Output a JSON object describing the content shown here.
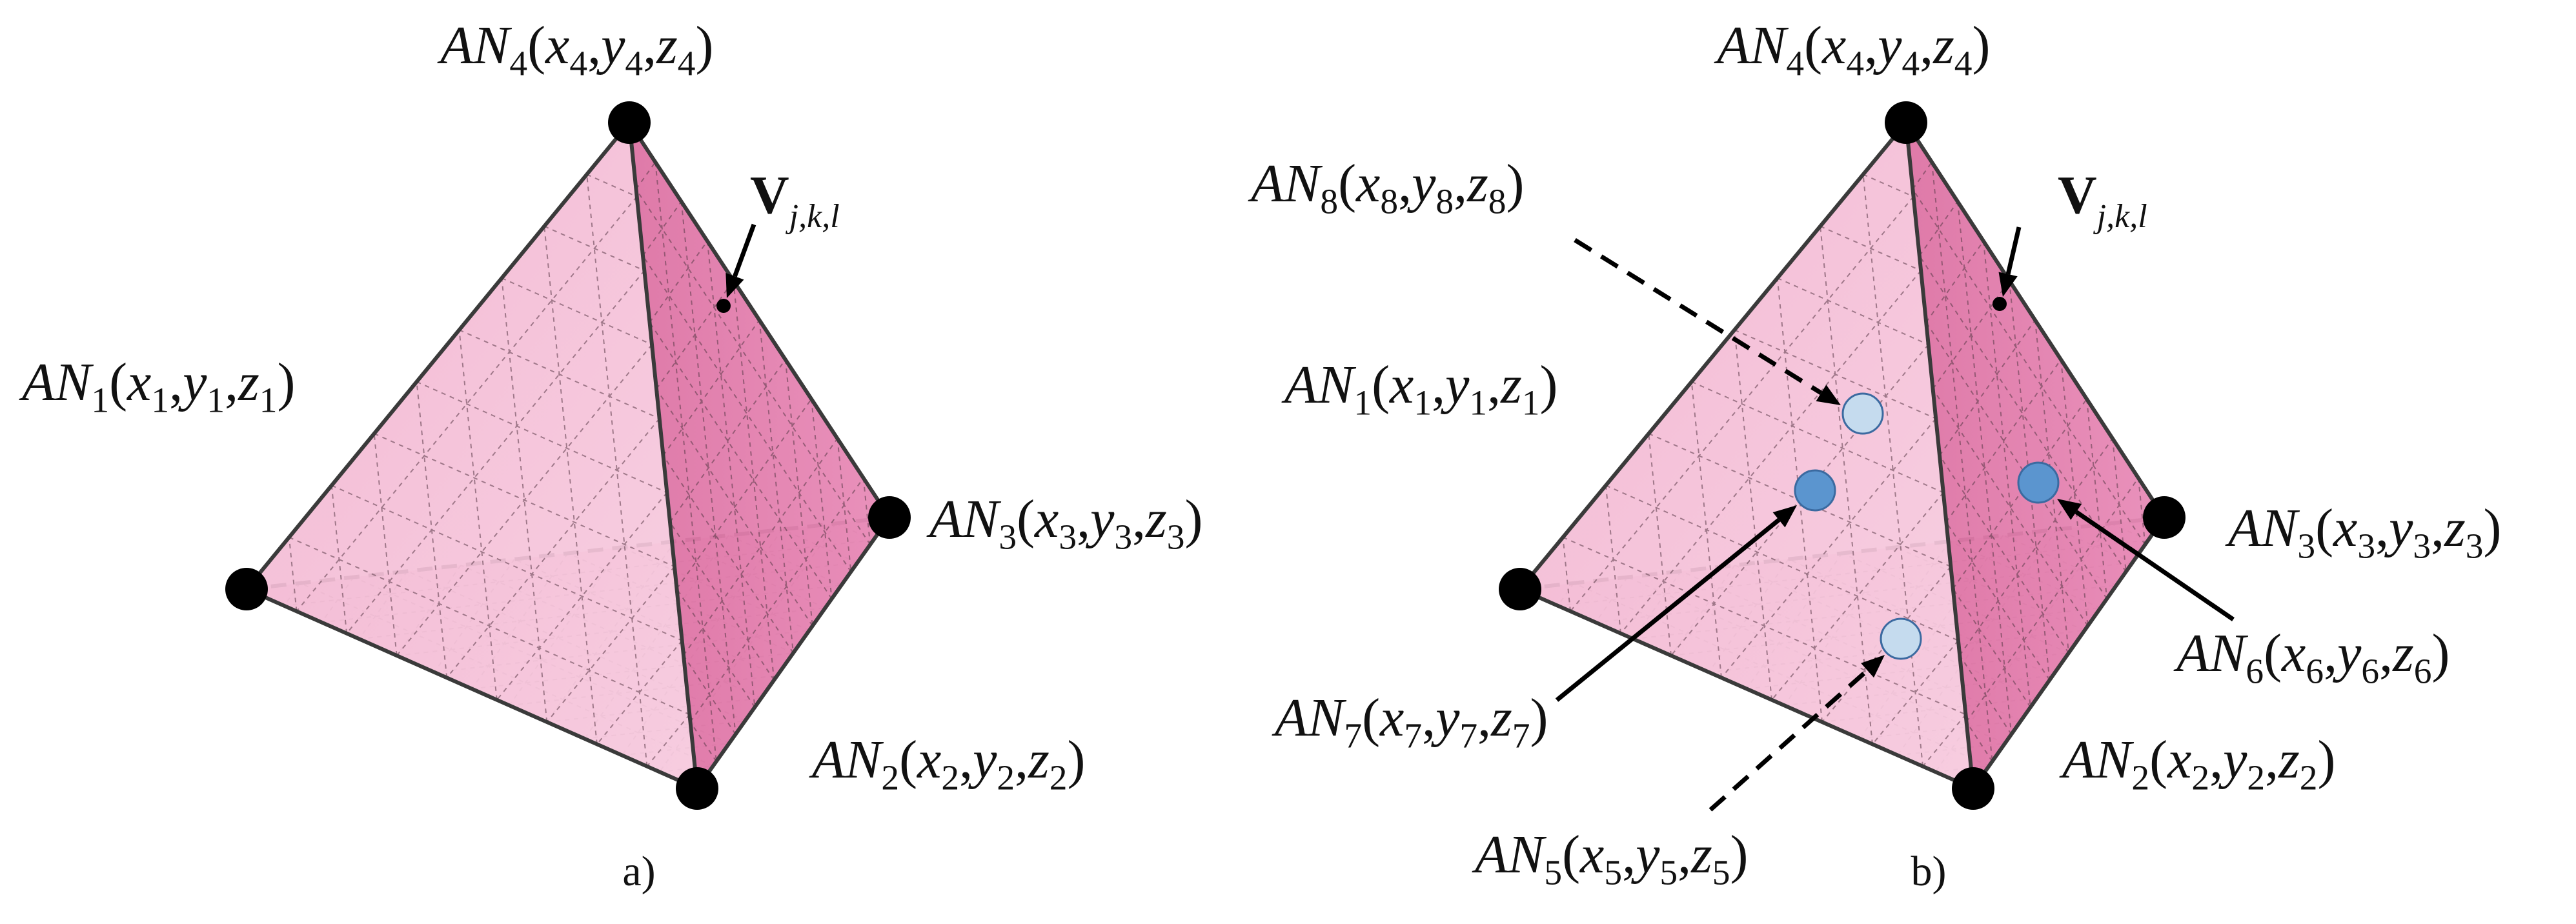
{
  "colors": {
    "face_dark": "#dd73a4",
    "face_mid": "#ec9ec3",
    "face_light": "#f6c6dc",
    "edge": "#3a3a3a",
    "vertex": "#000000",
    "node_dark_blue": "#5b95cf",
    "node_light_blue": "#c5dbee"
  },
  "panel_a": {
    "caption": "a)",
    "node_labels": [
      {
        "pre": "AN",
        "sub": "4",
        "args": [
          [
            "x",
            "4"
          ],
          [
            "y",
            "4"
          ],
          [
            "z",
            "4"
          ]
        ]
      },
      {
        "pre": "AN",
        "sub": "1",
        "args": [
          [
            "x",
            "1"
          ],
          [
            "y",
            "1"
          ],
          [
            "z",
            "1"
          ]
        ]
      },
      {
        "pre": "AN",
        "sub": "3",
        "args": [
          [
            "x",
            "3"
          ],
          [
            "y",
            "3"
          ],
          [
            "z",
            "3"
          ]
        ]
      },
      {
        "pre": "AN",
        "sub": "2",
        "args": [
          [
            "x",
            "2"
          ],
          [
            "y",
            "2"
          ],
          [
            "z",
            "2"
          ]
        ]
      }
    ],
    "voxel_label": {
      "main": "V",
      "sub": "j,k,l"
    }
  },
  "panel_b": {
    "caption": "b)",
    "node_labels": [
      {
        "pre": "AN",
        "sub": "4",
        "args": [
          [
            "x",
            "4"
          ],
          [
            "y",
            "4"
          ],
          [
            "z",
            "4"
          ]
        ]
      },
      {
        "pre": "AN",
        "sub": "8",
        "args": [
          [
            "x",
            "8"
          ],
          [
            "y",
            "8"
          ],
          [
            "z",
            "8"
          ]
        ]
      },
      {
        "pre": "AN",
        "sub": "1",
        "args": [
          [
            "x",
            "1"
          ],
          [
            "y",
            "1"
          ],
          [
            "z",
            "1"
          ]
        ]
      },
      {
        "pre": "AN",
        "sub": "3",
        "args": [
          [
            "x",
            "3"
          ],
          [
            "y",
            "3"
          ],
          [
            "z",
            "3"
          ]
        ]
      },
      {
        "pre": "AN",
        "sub": "6",
        "args": [
          [
            "x",
            "6"
          ],
          [
            "y",
            "6"
          ],
          [
            "z",
            "6"
          ]
        ]
      },
      {
        "pre": "AN",
        "sub": "7",
        "args": [
          [
            "x",
            "7"
          ],
          [
            "y",
            "7"
          ],
          [
            "z",
            "7"
          ]
        ]
      },
      {
        "pre": "AN",
        "sub": "2",
        "args": [
          [
            "x",
            "2"
          ],
          [
            "y",
            "2"
          ],
          [
            "z",
            "2"
          ]
        ]
      },
      {
        "pre": "AN",
        "sub": "5",
        "args": [
          [
            "x",
            "5"
          ],
          [
            "y",
            "5"
          ],
          [
            "z",
            "5"
          ]
        ]
      }
    ],
    "voxel_label": {
      "main": "V",
      "sub": "j,k,l"
    }
  }
}
